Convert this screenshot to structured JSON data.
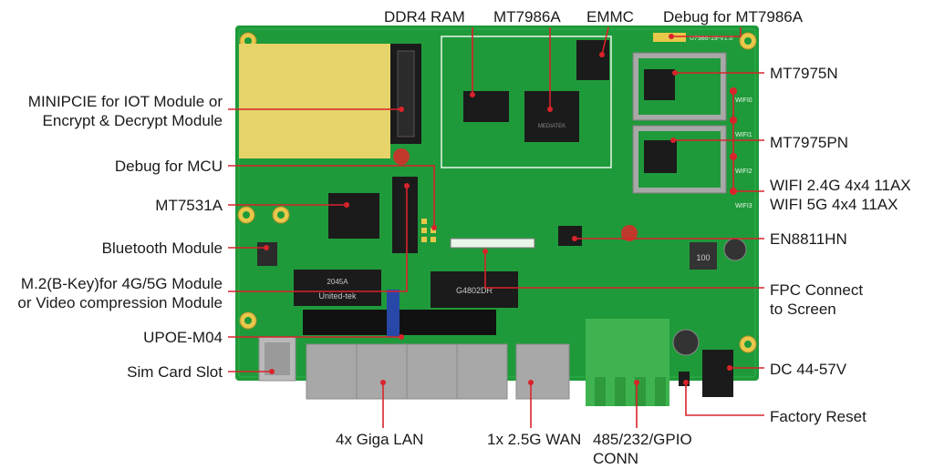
{
  "colors": {
    "pcb": "#1f9a3a",
    "pcb_dark": "#137a2b",
    "silkscreen": "#e9f5e9",
    "callout": "#d9232a",
    "chip": "#1b1b1b",
    "gold": "#e8c84a",
    "metal": "#a8a8a8",
    "terminal": "#3fb34f"
  },
  "labels": {
    "ddr4": "DDR4 RAM",
    "mt7986a": "MT7986A",
    "emmc": "EMMC",
    "debug_mt7986a": "Debug for MT7986A",
    "mt7975n": "MT7975N",
    "mt7975pn": "MT7975PN",
    "wifi_line1": "WIFI 2.4G 4x4 11AX",
    "wifi_line2": "WIFI 5G 4x4 11AX",
    "en8811hn": "EN8811HN",
    "fpc_line1": "FPC Connect",
    "fpc_line2": "to Screen",
    "dc": "DC 44-57V",
    "factory_reset": "Factory Reset",
    "minipcie_line1": "MINIPCIE for IOT Module or",
    "minipcie_line2": "Encrypt & Decrypt Module",
    "debug_mcu": "Debug for MCU",
    "mt7531a": "MT7531A",
    "bluetooth": "Bluetooth Module",
    "m2_line1": "M.2(B-Key)for 4G/5G Module",
    "m2_line2": "or Video compression Module",
    "upoe": "UPOE-M04",
    "sim": "Sim Card Slot",
    "giga_lan": "4x Giga LAN",
    "wan": "1x 2.5G WAN",
    "conn_line1": "485/232/GPIO",
    "conn_line2": "CONN"
  },
  "board_text": {
    "version": "U7986-19-V1.0",
    "wifi_ports": [
      "WIFI0",
      "WIFI1",
      "WIFI2",
      "WIFI3"
    ],
    "magnetics_brand": "United-tek",
    "magnetics_part": "G4802DR",
    "magnetics_code": "2045A",
    "heatsink_logo": "MEDIATEK",
    "inductor_mark": "100"
  }
}
